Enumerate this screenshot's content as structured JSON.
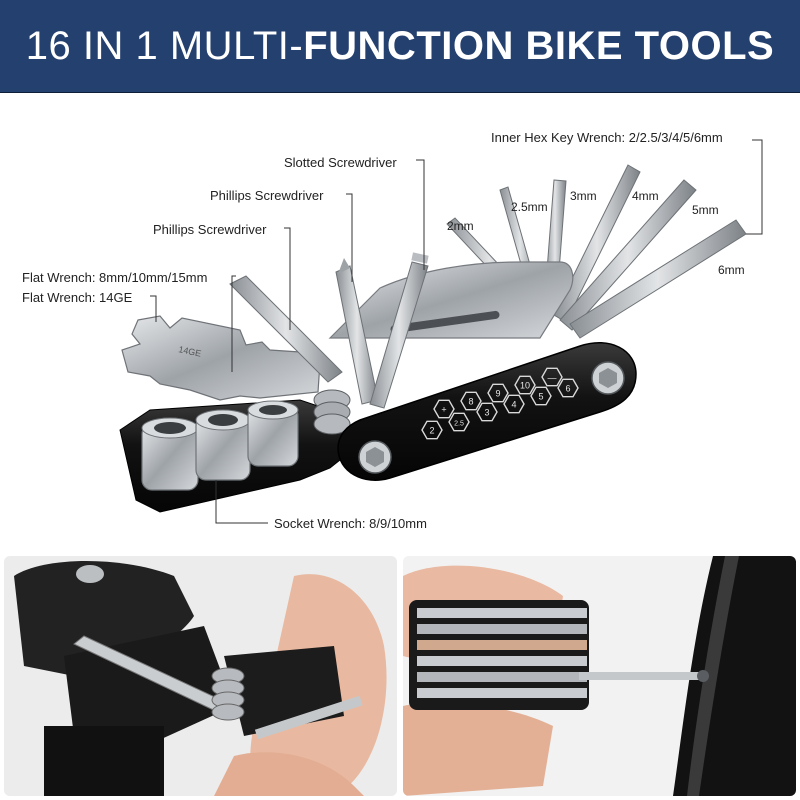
{
  "banner": {
    "title_light": "16 IN 1 MULTI-",
    "title_bold": "FUNCTION BIKE TOOLS"
  },
  "labels": {
    "hex_key": "Inner Hex Key Wrench: 2/2.5/3/4/5/6mm",
    "slotted": "Slotted Screwdriver",
    "phillips_1": "Phillips Screwdriver",
    "phillips_2": "Phillips Screwdriver",
    "flat_wrench_1": "Flat Wrench: 8mm/10mm/15mm",
    "flat_wrench_2": "Flat Wrench: 14GE",
    "socket": "Socket Wrench: 8/9/10mm",
    "size_2": "2mm",
    "size_25": "2.5mm",
    "size_3": "3mm",
    "size_4": "4mm",
    "size_5": "5mm",
    "size_6": "6mm"
  },
  "handle_markings": {
    "row_top": [
      "+",
      "8",
      "9",
      "10",
      "—"
    ],
    "row_mid": [
      "3",
      "4",
      "5",
      "6"
    ],
    "row_bottom": [
      "2",
      "2.5"
    ]
  },
  "colors": {
    "banner": "#24406f",
    "handle": "#161616",
    "steel": "#bfc3c7"
  }
}
